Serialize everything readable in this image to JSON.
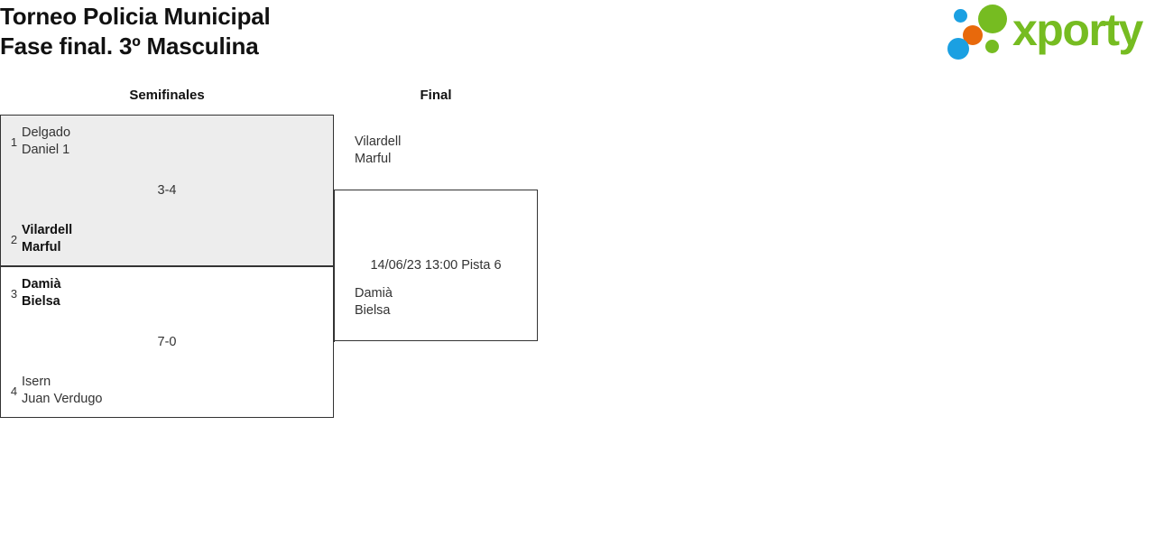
{
  "header": {
    "title_line1": "Torneo Policia Municipal",
    "title_line2": "Fase final. 3º Masculina",
    "logo_word": "xporty",
    "logo_colors": {
      "blue": "#1ba0e2",
      "orange": "#e8690b",
      "green": "#76bc21"
    }
  },
  "rounds": [
    {
      "label": "Semifinales"
    },
    {
      "label": "Final"
    }
  ],
  "matches": {
    "semi1": {
      "top": {
        "seed": "1",
        "name1": "Delgado",
        "name2": "Daniel 1",
        "winner": false
      },
      "bottom": {
        "seed": "2",
        "name1": "Vilardell",
        "name2": "Marful",
        "winner": true
      },
      "center": "3-4"
    },
    "semi2": {
      "top": {
        "seed": "3",
        "name1": "Damià",
        "name2": "Bielsa",
        "winner": true
      },
      "bottom": {
        "seed": "4",
        "name1": "Isern",
        "name2": "Juan Verdugo",
        "winner": false
      },
      "center": "7-0"
    },
    "final": {
      "top": {
        "seed": "",
        "name1": "Vilardell",
        "name2": "Marful",
        "winner": false
      },
      "bottom": {
        "seed": "",
        "name1": "Damià",
        "name2": "Bielsa",
        "winner": false
      },
      "center": "14/06/23 13:00 Pista 6"
    }
  }
}
